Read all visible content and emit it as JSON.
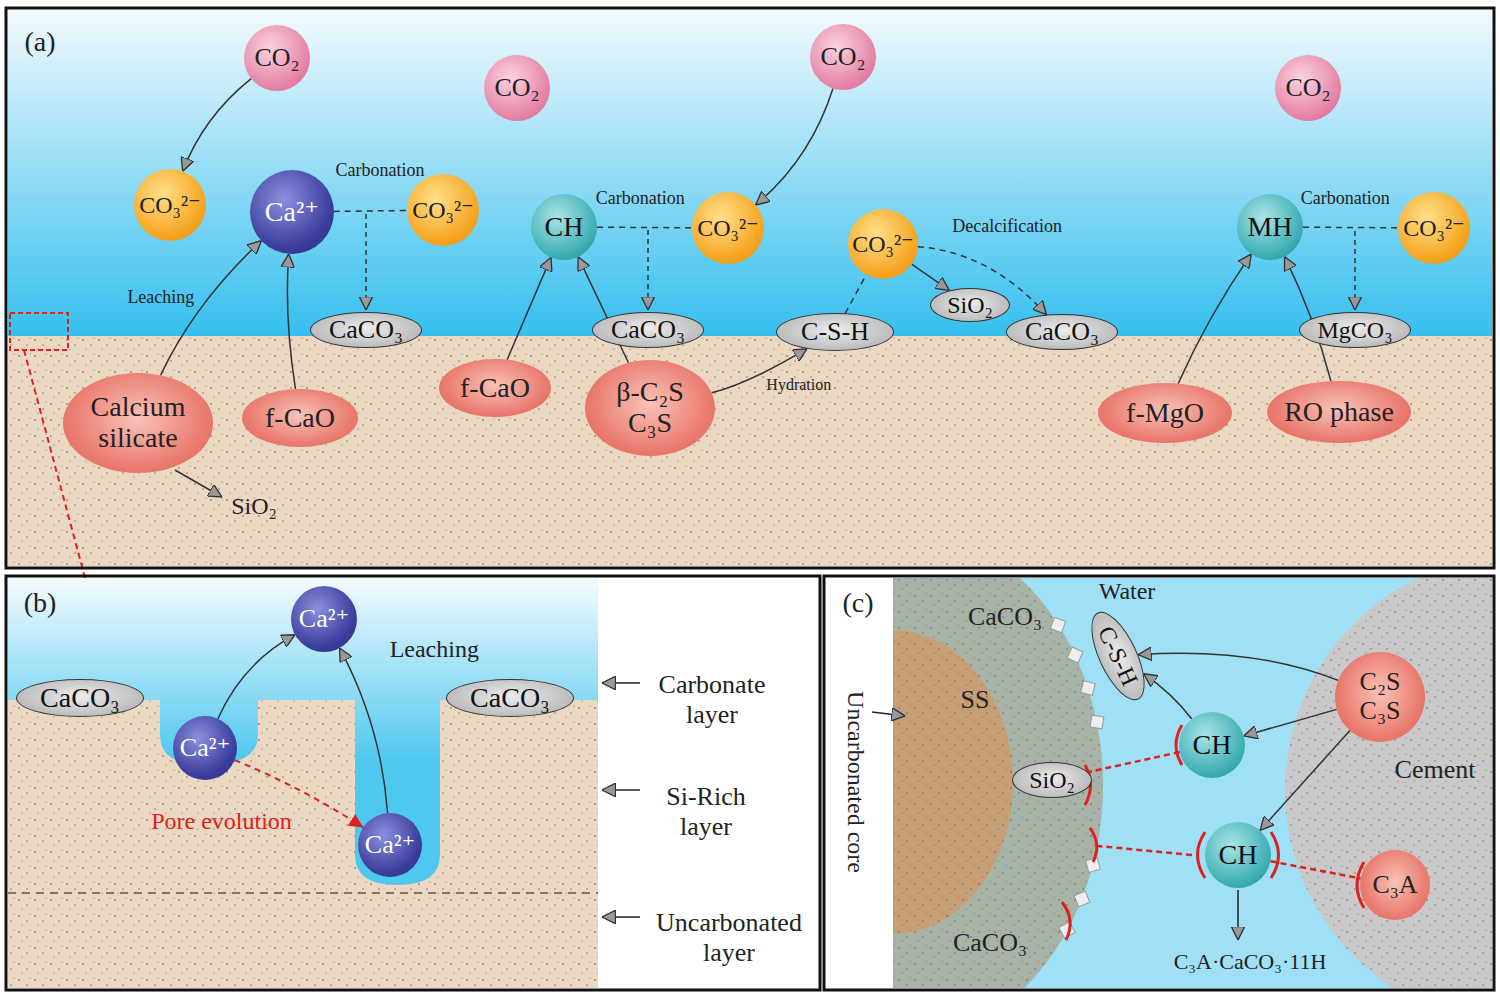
{
  "diagram": {
    "nodes": [
      {
        "text": [
          "CO₂"
        ]
      },
      {
        "text": [
          "CO₃²⁻"
        ]
      },
      {
        "text": [
          "Ca²⁺"
        ]
      },
      {
        "text": [
          "CO₃²⁻"
        ]
      },
      {
        "text": [
          "CaCO₃"
        ]
      },
      {
        "text": [
          "Calcium silicate"
        ]
      },
      {
        "text": [
          "f-CaO"
        ]
      },
      {
        "text": [
          "CO₂"
        ]
      },
      {
        "text": [
          "CO₂"
        ]
      },
      {
        "text": [
          "CH"
        ]
      },
      {
        "text": [
          "CO₃²⁻"
        ]
      },
      {
        "text": [
          "CaCO₃"
        ]
      },
      {
        "text": [
          "f-CaO"
        ]
      },
      {
        "text": [
          "β-C₂S",
          "C₃S"
        ]
      },
      {
        "text": [
          "C-S-H"
        ]
      },
      {
        "text": [
          "CO₃²⁻"
        ]
      },
      {
        "text": [
          "SiO₂"
        ]
      },
      {
        "text": [
          "CaCO₃"
        ]
      },
      {
        "text": [
          "CO₂"
        ]
      },
      {
        "text": [
          "MH"
        ]
      },
      {
        "text": [
          "CO₃²⁻"
        ]
      },
      {
        "text": [
          "MgCO₃"
        ]
      },
      {
        "text": [
          "f-MgO"
        ]
      },
      {
        "text": [
          "RO phase"
        ]
      },
      {
        "text": [
          "Ca²⁺"
        ]
      },
      {
        "text": [
          "CaCO₃"
        ]
      },
      {
        "text": [
          "Ca²⁺"
        ]
      },
      {
        "text": [
          "Ca²⁺"
        ]
      },
      {
        "text": [
          "CaCO₃"
        ]
      },
      {
        "text": [
          "C-S-H"
        ]
      },
      {
        "text": [
          "C₂S",
          "C₃S"
        ]
      },
      {
        "text": [
          "CH"
        ]
      },
      {
        "text": [
          "SiO₂"
        ]
      },
      {
        "text": [
          "CH"
        ]
      },
      {
        "text": [
          "C₃A"
        ]
      }
    ],
    "edges": [
      {
        "from": 0,
        "to": 1,
        "arrow": "to"
      },
      {
        "from": 5,
        "to": 2,
        "label": "Leaching",
        "arrow": "to"
      },
      {
        "from": 6,
        "to": 2,
        "arrow": "to"
      },
      {
        "from": 2,
        "to": 3,
        "label": "Carbonation",
        "arrow": "none"
      },
      {
        "from": 8,
        "to": 10,
        "arrow": "to"
      },
      {
        "from": 12,
        "to": 9,
        "arrow": "to"
      },
      {
        "from": 13,
        "to": 9,
        "arrow": "to"
      },
      {
        "from": 9,
        "to": 10,
        "label": "Carbonation",
        "arrow": "none"
      },
      {
        "from": 13,
        "to": 14,
        "label": "Hydration",
        "arrow": "to"
      },
      {
        "from": 14,
        "to": 15,
        "arrow": "none"
      },
      {
        "from": 15,
        "to": 16,
        "arrow": "to"
      },
      {
        "from": 15,
        "to": 17,
        "label": "Decalcification",
        "arrow": "to"
      },
      {
        "from": 22,
        "to": 19,
        "arrow": "to"
      },
      {
        "from": 23,
        "to": 19,
        "arrow": "to"
      },
      {
        "from": 19,
        "to": 20,
        "label": "Carbonation",
        "arrow": "none"
      },
      {
        "from": 26,
        "to": 24,
        "arrow": "to"
      },
      {
        "from": 27,
        "to": 24,
        "label": "Leaching",
        "arrow": "to"
      },
      {
        "from": 26,
        "to": 27,
        "label": "Pore evolution",
        "arrow": "to"
      },
      {
        "from": 30,
        "to": 29,
        "arrow": "to"
      },
      {
        "from": 31,
        "to": 29,
        "arrow": "to"
      },
      {
        "from": 30,
        "to": 31,
        "arrow": "to"
      },
      {
        "from": 30,
        "to": 33,
        "arrow": "to"
      },
      {
        "from": 31,
        "to": 32,
        "arrow": "none"
      },
      {
        "from": 33,
        "to": 34,
        "arrow": "none"
      }
    ],
    "labels": [
      "(a)",
      "SiO₂",
      "(b)",
      "Carbonate layer",
      "Si-Rich layer",
      "Uncarbonated layer",
      "(c)",
      "Water",
      "CaCO₃",
      "SS",
      "Uncarbonated core",
      "CaCO₃",
      "Cement",
      "C₃A·CaCO₃·11H"
    ]
  }
}
